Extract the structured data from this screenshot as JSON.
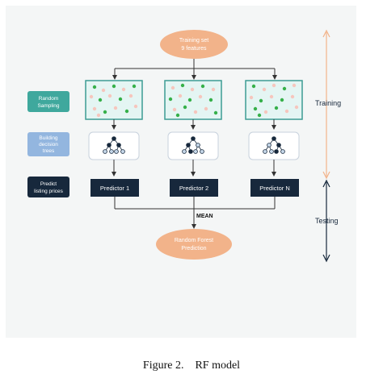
{
  "diagram": {
    "training_set": {
      "line1": "Training set",
      "line2": "9 features"
    },
    "steps": {
      "sampling": {
        "line1": "Random",
        "line2": "Sampling"
      },
      "building": {
        "line1": "Building",
        "line2": "decision",
        "line3": "trees"
      },
      "predict": {
        "line1": "Predict",
        "line2": "listing prices"
      }
    },
    "predictors": [
      "Predictor 1",
      "Predictor 2",
      "Predictor N"
    ],
    "mean_label": "MEAN",
    "output": {
      "line1": "Random Forest",
      "line2": "Prediction"
    },
    "phases": {
      "training": "Training",
      "testing": "Testing"
    },
    "colors": {
      "background": "#f4f6f6",
      "orange": "#f2b38a",
      "teal": "#3c9c93",
      "teal_fill": "#e4f5f3",
      "green_step": "#3fa89d",
      "blue_step": "#93b6df",
      "navy": "#17283c",
      "dot_green": "#36b04a",
      "dot_pink": "#f6c6bd",
      "node_dark": "#17283c",
      "node_light": "#c6d8ea"
    }
  },
  "caption": "Figure 2.    RF model"
}
